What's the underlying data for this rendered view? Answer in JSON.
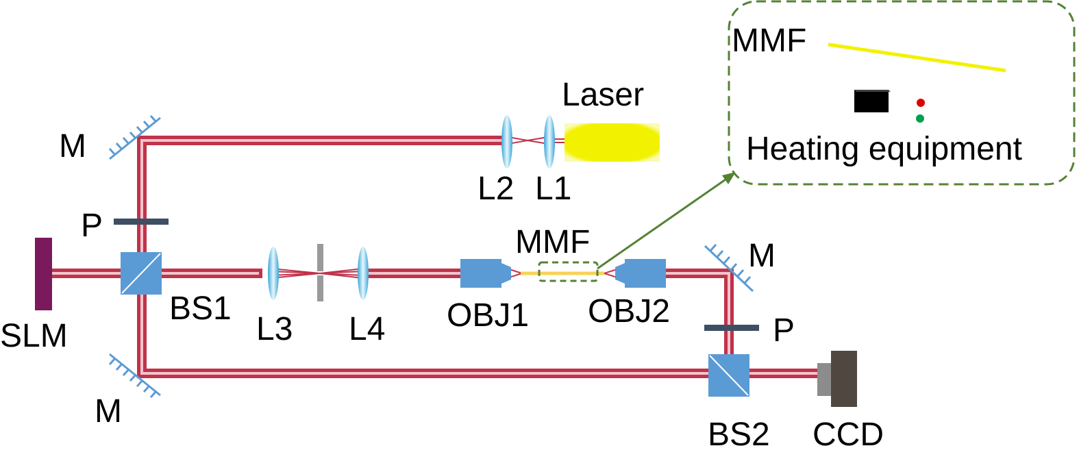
{
  "labels": {
    "laser": "Laser",
    "l1": "L1",
    "l2": "L2",
    "l3": "L3",
    "l4": "L4",
    "m_top": "M",
    "m_bottom": "M",
    "m_right": "M",
    "p_left": "P",
    "p_right": "P",
    "slm": "SLM",
    "bs1": "BS1",
    "bs2": "BS2",
    "obj1": "OBJ1",
    "obj2": "OBJ2",
    "mmf": "MMF",
    "ccd": "CCD"
  },
  "inset": {
    "mmf_label": "MMF",
    "heating_label": "Heating equipment"
  },
  "colors": {
    "beam": "#c0334a",
    "beam_highlight": "#f2c4cc",
    "optic_blue": "#5b9bd5",
    "lens_blue": "#5fc0e8",
    "slm_purple": "#7a1a5c",
    "polarizer": "#3f4f63",
    "laser_yellow": "#f2f200",
    "fiber_yellow": "#f7d25a",
    "inset_border": "#548235",
    "ccd_body": "#504840",
    "ccd_front": "#8c8c8c"
  }
}
